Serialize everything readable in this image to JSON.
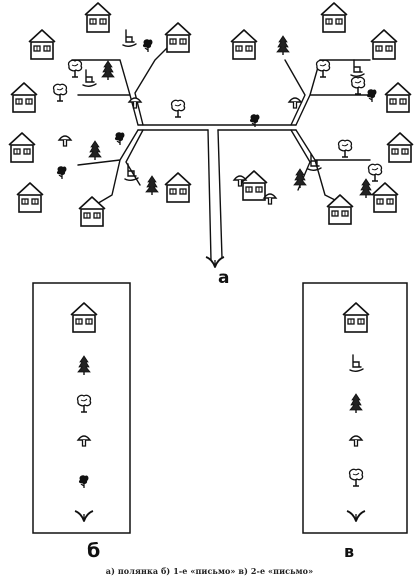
{
  "figure": {
    "panel_labels": {
      "a": "а",
      "b": "б",
      "v": "в"
    },
    "caption": "а) полянка б) 1-е «письмо» в) 2-е «письмо»"
  },
  "letter_b_sequence": [
    "house-icon",
    "fir-tree-icon",
    "deciduous-tree-icon",
    "mushroom-icon",
    "bush-icon",
    "grass-sprout-icon"
  ],
  "letter_v_sequence": [
    "house-icon",
    "chair-icon",
    "fir-tree-icon",
    "mushroom-icon",
    "deciduous-tree-icon",
    "grass-sprout-icon"
  ],
  "colors": {
    "ink": "#111111",
    "paper": "#ffffff"
  }
}
